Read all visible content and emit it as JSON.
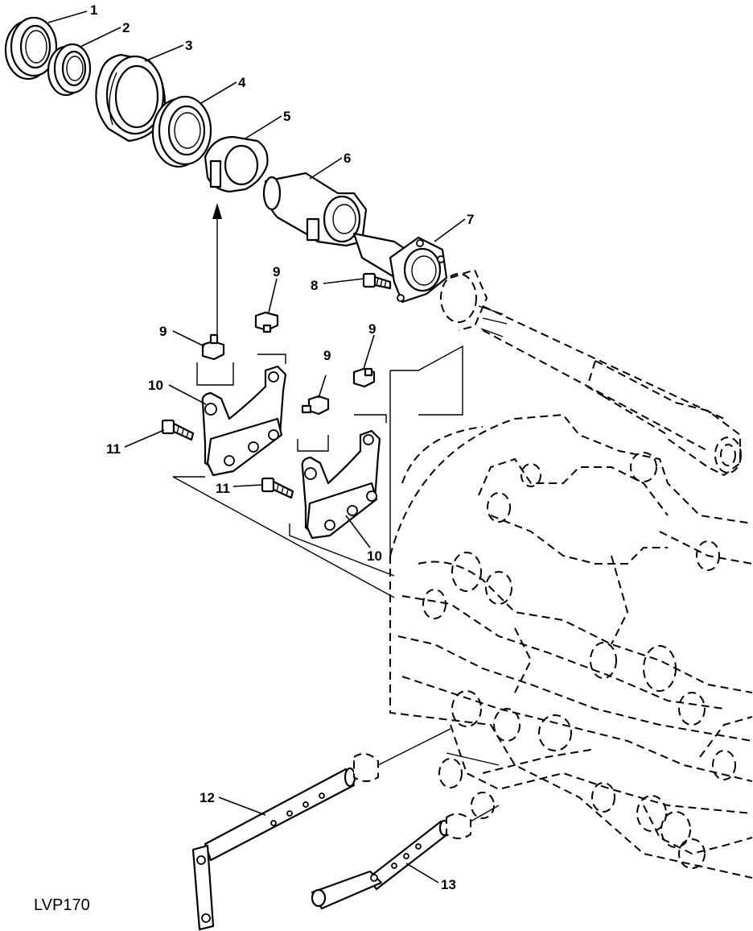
{
  "figure_id": "LVP170",
  "callouts": [
    {
      "id": "c1",
      "label": "1"
    },
    {
      "id": "c2",
      "label": "2"
    },
    {
      "id": "c3",
      "label": "3"
    },
    {
      "id": "c4",
      "label": "4"
    },
    {
      "id": "c5",
      "label": "5"
    },
    {
      "id": "c6",
      "label": "6"
    },
    {
      "id": "c7",
      "label": "7"
    },
    {
      "id": "c8",
      "label": "8"
    },
    {
      "id": "c9a",
      "label": "9"
    },
    {
      "id": "c9b",
      "label": "9"
    },
    {
      "id": "c9c",
      "label": "9"
    },
    {
      "id": "c9d",
      "label": "9"
    },
    {
      "id": "c10a",
      "label": "10"
    },
    {
      "id": "c10b",
      "label": "10"
    },
    {
      "id": "c11a",
      "label": "11"
    },
    {
      "id": "c11b",
      "label": "11"
    },
    {
      "id": "c12",
      "label": "12"
    },
    {
      "id": "c13",
      "label": "13"
    }
  ]
}
